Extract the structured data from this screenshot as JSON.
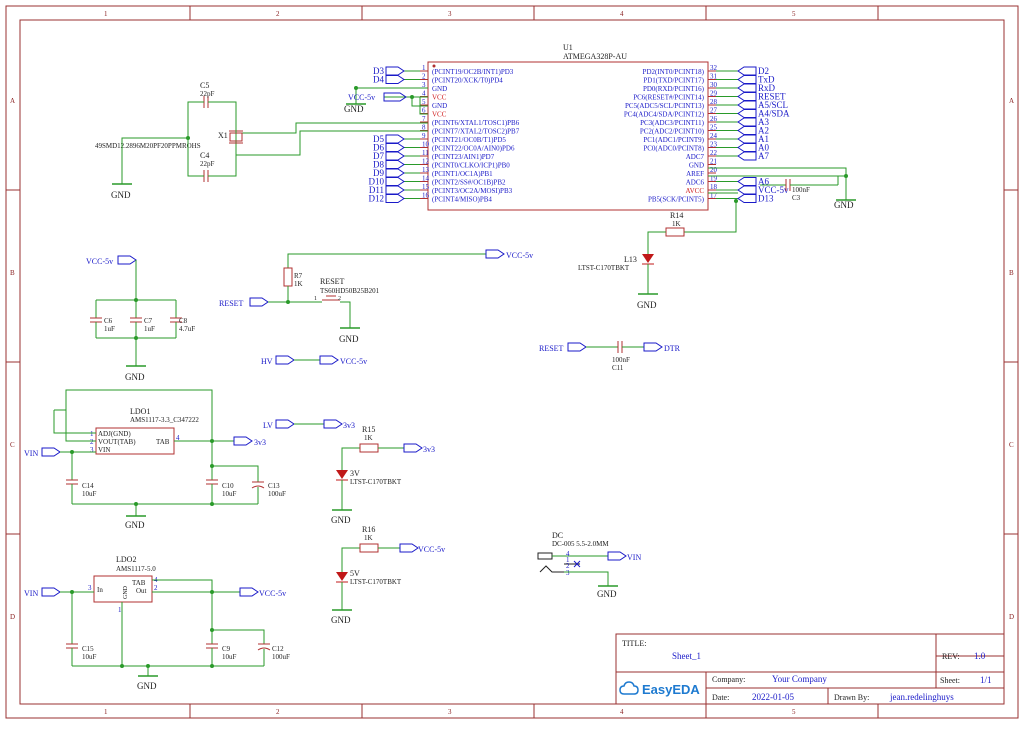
{
  "frame": {
    "columns": [
      "1",
      "2",
      "3",
      "4",
      "5"
    ],
    "rows": [
      "A",
      "B",
      "C",
      "D"
    ]
  },
  "u1": {
    "ref": "U1",
    "part": "ATMEGA328P-AU",
    "left_pins": [
      {
        "num": "1",
        "name": "(PCINT19/OC2B/INT1)PD3",
        "net": "D3"
      },
      {
        "num": "2",
        "name": "(PCINT20/XCK/T0)PD4",
        "net": "D4"
      },
      {
        "num": "3",
        "name": "GND",
        "net": "GND"
      },
      {
        "num": "4",
        "name": "VCC",
        "net": "VCC-5v"
      },
      {
        "num": "5",
        "name": "GND",
        "net": ""
      },
      {
        "num": "6",
        "name": "VCC",
        "net": ""
      },
      {
        "num": "7",
        "name": "(PCINT6/XTAL1/TOSC1)PB6",
        "net": ""
      },
      {
        "num": "8",
        "name": "(PCINT7/XTAL2/TOSC2)PB7",
        "net": ""
      },
      {
        "num": "9",
        "name": "(PCINT21/OC0B/T1)PD5",
        "net": "D5"
      },
      {
        "num": "10",
        "name": "(PCINT22/OC0A/AIN0)PD6",
        "net": "D6"
      },
      {
        "num": "11",
        "name": "(PCINT23/AIN1)PD7",
        "net": "D7"
      },
      {
        "num": "12",
        "name": "(PCINT0/CLKO/ICP1)PB0",
        "net": "D8"
      },
      {
        "num": "13",
        "name": "(PCINT1/OC1A)PB1",
        "net": "D9"
      },
      {
        "num": "14",
        "name": "(PCINT2/SS#/OC1B)PB2",
        "net": "D10"
      },
      {
        "num": "15",
        "name": "(PCINT3/OC2A/MOSI)PB3",
        "net": "D11"
      },
      {
        "num": "16",
        "name": "(PCINT4/MISO)PB4",
        "net": "D12"
      }
    ],
    "right_pins": [
      {
        "num": "32",
        "name": "PD2(INT0/PCINT18)",
        "net": "D2"
      },
      {
        "num": "31",
        "name": "PD1(TXD/PCINT17)",
        "net": "TxD"
      },
      {
        "num": "30",
        "name": "PD0(RXD/PCINT16)",
        "net": "RxD"
      },
      {
        "num": "29",
        "name": "PC6(RESET#/PCINT14)",
        "net": "RESET"
      },
      {
        "num": "28",
        "name": "PC5(ADC5/SCL/PCINT13)",
        "net": "A5/SCL"
      },
      {
        "num": "27",
        "name": "PC4(ADC4/SDA/PCINT12)",
        "net": "A4/SDA"
      },
      {
        "num": "26",
        "name": "PC3(ADC3/PCINT11)",
        "net": "A3"
      },
      {
        "num": "25",
        "name": "PC2(ADC2/PCINT10)",
        "net": "A2"
      },
      {
        "num": "24",
        "name": "PC1(ADC1/PCINT9)",
        "net": "A1"
      },
      {
        "num": "23",
        "name": "PC0(ADC0/PCINT8)",
        "net": "A0"
      },
      {
        "num": "22",
        "name": "ADC7",
        "net": "A7"
      },
      {
        "num": "21",
        "name": "GND",
        "net": ""
      },
      {
        "num": "20",
        "name": "AREF",
        "net": ""
      },
      {
        "num": "19",
        "name": "ADC6",
        "net": "A6"
      },
      {
        "num": "18",
        "name": "AVCC",
        "net": "VCC-5v"
      },
      {
        "num": "17",
        "name": "PB5(SCK/PCINT5)",
        "net": "D13"
      }
    ]
  },
  "crystal": {
    "ref": "X1",
    "part": "49SMD12.2896M20PF20PPMROHS"
  },
  "c5": {
    "ref": "C5",
    "value": "22pF"
  },
  "c4": {
    "ref": "C4",
    "value": "22pF"
  },
  "c3": {
    "ref": "C3",
    "value": "100nF"
  },
  "gnd": "GND",
  "vcc": "VCC-5v",
  "decoupling": {
    "c6": {
      "ref": "C6",
      "value": "1uF"
    },
    "c7": {
      "ref": "C7",
      "value": "1uF"
    },
    "c8": {
      "ref": "C8",
      "value": "4.7uF"
    }
  },
  "reset_circuit": {
    "r7": {
      "ref": "R7",
      "value": "1K"
    },
    "switch_ref": "RESET",
    "switch_part": "TS60HD50B25B201",
    "net": "RESET",
    "pin1": "1",
    "pin2": "2"
  },
  "hv_net": "HV",
  "lv_net": "LV",
  "v33": "3v3",
  "led13": {
    "ref": "L13",
    "part": "LTST-C170TBKT",
    "r_ref": "R14",
    "r_value": "1K"
  },
  "dtr": {
    "net": "DTR",
    "c_ref": "C11",
    "c_value": "100nF"
  },
  "ldo1": {
    "ref": "LDO1",
    "part": "AMS1117-3.3_C347222",
    "pin_adj": "ADJ(GND)",
    "pin_vout": "VOUT(TAB)",
    "pin_vin": "VIN",
    "pin_tab": "TAB",
    "pin_nums": [
      "1",
      "2",
      "3",
      "4"
    ],
    "vin": "VIN",
    "c14": {
      "ref": "C14",
      "value": "10uF"
    },
    "c10": {
      "ref": "C10",
      "value": "10uF"
    },
    "c13": {
      "ref": "C13",
      "value": "100uF"
    }
  },
  "led3v": {
    "label": "3V",
    "part": "LTST-C170TBKT",
    "r_ref": "R15",
    "r_value": "1K"
  },
  "led5v": {
    "label": "5V",
    "part": "LTST-C170TBKT",
    "r_ref": "R16",
    "r_value": "1K"
  },
  "ldo2": {
    "ref": "LDO2",
    "part": "AMS1117-5.0",
    "pin_in": "In",
    "pin_out": "Out",
    "pin_tab": "TAB",
    "pin_gnd": "GND",
    "pin_nums": [
      "3",
      "4",
      "2",
      "1"
    ],
    "vin": "VIN",
    "c15": {
      "ref": "C15",
      "value": "10uF"
    },
    "c9": {
      "ref": "C9",
      "value": "10uF"
    },
    "c12": {
      "ref": "C12",
      "value": "100uF"
    }
  },
  "dc": {
    "ref": "DC",
    "part": "DC-005 5.5-2.0MM",
    "net": "VIN",
    "pins": [
      "4",
      "1",
      "2",
      "3"
    ]
  },
  "title_block": {
    "title_label": "TITLE:",
    "title": "Sheet_1",
    "rev_label": "REV:",
    "rev": "1.0",
    "company_label": "Company:",
    "company": "Your Company",
    "sheet_label": "Sheet:",
    "sheet": "1/1",
    "date_label": "Date:",
    "date": "2022-01-05",
    "drawn_label": "Drawn By:",
    "drawn_by": "jean.redelinghuys",
    "logo": "EasyEDA"
  },
  "colors": {
    "wire": "#2a9a2a",
    "component": "#b03030",
    "net": "#1a1ac8",
    "frame": "#9a3030",
    "text": "#222222"
  }
}
